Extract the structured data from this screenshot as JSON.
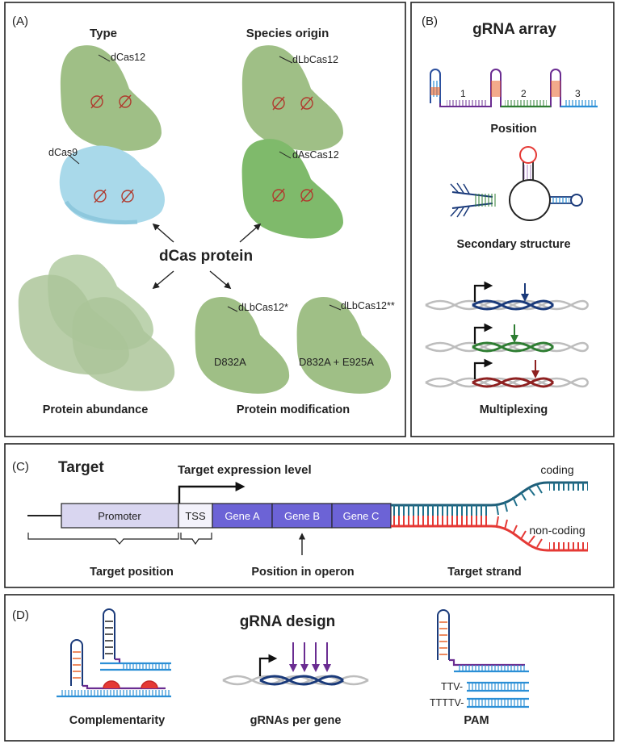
{
  "panel_a": {
    "letter": "(A)",
    "center_label": "dCas protein",
    "type_title": "Type",
    "origin_title": "Species origin",
    "abundance_title": "Protein abundance",
    "modification_title": "Protein modification",
    "proteins": {
      "dcas12": "dCas12",
      "dcas9": "dCas9",
      "dlbcas12": "dLbCas12",
      "dascas12": "dAsCas12",
      "dlbcas12_star": "dLbCas12*",
      "dlbcas12_2star": "dLbCas12**"
    },
    "mutations": {
      "single": "D832A",
      "double": "D832A + E925A"
    },
    "colors": {
      "green": "#9fbf86",
      "light_green": "#7fba6b",
      "blue": "#a9d9ea",
      "scissor": "#b03a2e"
    }
  },
  "panel_b": {
    "letter": "(B)",
    "title": "gRNA array",
    "position_numbers": [
      "1",
      "2",
      "3"
    ],
    "position_label": "Position",
    "secondary_label": "Secondary structure",
    "multiplex_label": "Multiplexing",
    "colors": {
      "purple": "#6a2c91",
      "green": "#2e7d32",
      "blue": "#2b8fd6",
      "red": "#e53935",
      "orange": "#e8642c",
      "darkred": "#8e2121",
      "navy": "#1a3a7a"
    }
  },
  "panel_c": {
    "letter": "(C)",
    "title": "Target",
    "expression_label": "Target expression level",
    "promoter": "Promoter",
    "tss": "TSS",
    "genes": [
      "Gene A",
      "Gene B",
      "Gene C"
    ],
    "coding": "coding",
    "non_coding": "non-coding",
    "target_position": "Target position",
    "position_in_operon": "Position in operon",
    "target_strand": "Target strand",
    "colors": {
      "promoter": "#d9d6f0",
      "gene": "#6c63d6",
      "teal": "#1f5f7a",
      "red": "#e53935"
    }
  },
  "panel_d": {
    "letter": "(D)",
    "title": "gRNA design",
    "complementarity": "Complementarity",
    "grnas_per_gene": "gRNAs per gene",
    "pam": "PAM",
    "pam_seq1": "TTV-",
    "pam_seq2": "TTTTV-"
  }
}
